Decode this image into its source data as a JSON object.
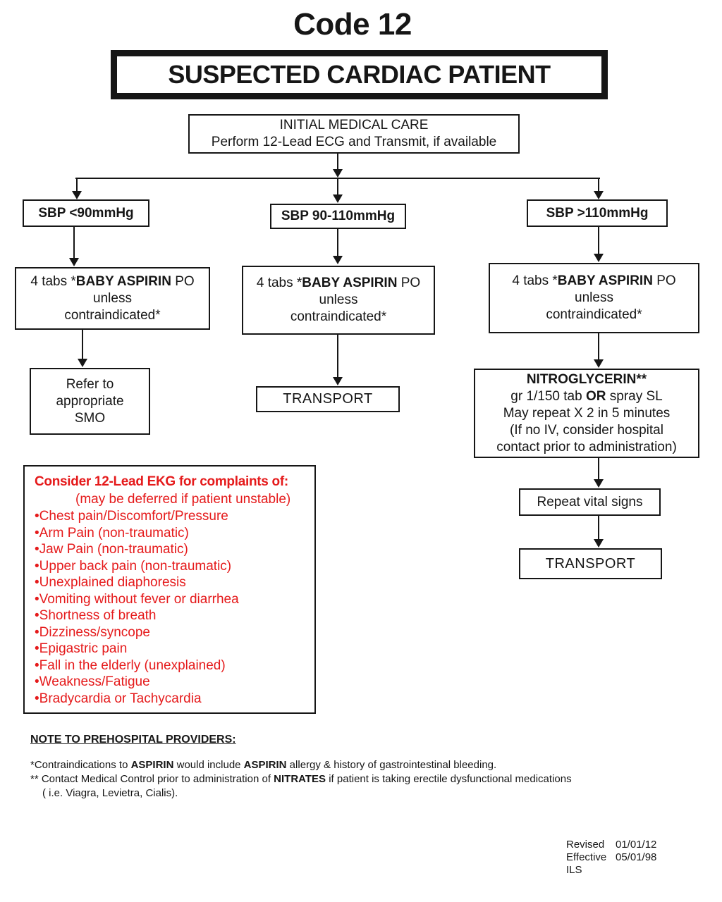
{
  "page_title": "Code 12",
  "banner": {
    "label": "SUSPECTED CARDIAC PATIENT"
  },
  "colors": {
    "alert_red": "#e51a1b",
    "ink": "#161616"
  },
  "initial_care": {
    "line1": "INITIAL MEDICAL CARE",
    "line2": "Perform 12-Lead ECG and Transmit, if available"
  },
  "aspirin": {
    "pre": "4 tabs *",
    "drug": "BABY ASPIRIN",
    "post": " PO",
    "line2": "unless",
    "line3": "contraindicated*"
  },
  "branches": {
    "left": {
      "condition": "SBP <90mmHg",
      "refer": {
        "line1": "Refer to",
        "line2": "appropriate",
        "line3": "SMO"
      }
    },
    "middle": {
      "condition": "SBP 90-110mmHg",
      "transport": "TRANSPORT"
    },
    "right": {
      "condition": "SBP >110mmHg",
      "nitro": {
        "title": "NITROGLYCERIN**",
        "dose_pre": "gr 1/150 tab ",
        "dose_or": "OR",
        "dose_post": " spray SL",
        "line3": "May repeat X 2 in 5 minutes",
        "line4": "(If no IV, consider hospital",
        "line5": "contact prior to administration)"
      },
      "repeat_vitals": "Repeat vital signs",
      "transport": "TRANSPORT"
    }
  },
  "ekg_panel": {
    "title": "Consider 12-Lead EKG for complaints of:",
    "subtitle": "(may be deferred if patient unstable)",
    "items": [
      "Chest pain/Discomfort/Pressure",
      "Arm Pain (non-traumatic)",
      "Jaw Pain (non-traumatic)",
      "Upper back pain (non-traumatic)",
      "Unexplained diaphoresis",
      "Vomiting without fever or diarrhea",
      "Shortness of breath",
      "Dizziness/syncope",
      "Epigastric pain",
      "Fall in the elderly (unexplained)",
      "Weakness/Fatigue",
      "Bradycardia or Tachycardia"
    ]
  },
  "notes": {
    "heading": "NOTE TO PREHOSPITAL PROVIDERS:",
    "fn1": {
      "pre": "*Contraindications to ",
      "b1": "ASPIRIN",
      "mid": " would include ",
      "b2": "ASPIRIN",
      "post": " allergy & history of gastrointestinal bleeding."
    },
    "fn2": {
      "pre": "** Contact Medical Control prior to administration of ",
      "b1": "NITRATES",
      "post": " if patient is taking erectile dysfunctional medications"
    },
    "fn3": "( i.e. Viagra, Levietra, Cialis)."
  },
  "footer": {
    "rows": [
      {
        "label": "Revised",
        "value": "01/01/12"
      },
      {
        "label": "Effective",
        "value": "05/01/98"
      },
      {
        "label": "ILS",
        "value": ""
      }
    ]
  }
}
